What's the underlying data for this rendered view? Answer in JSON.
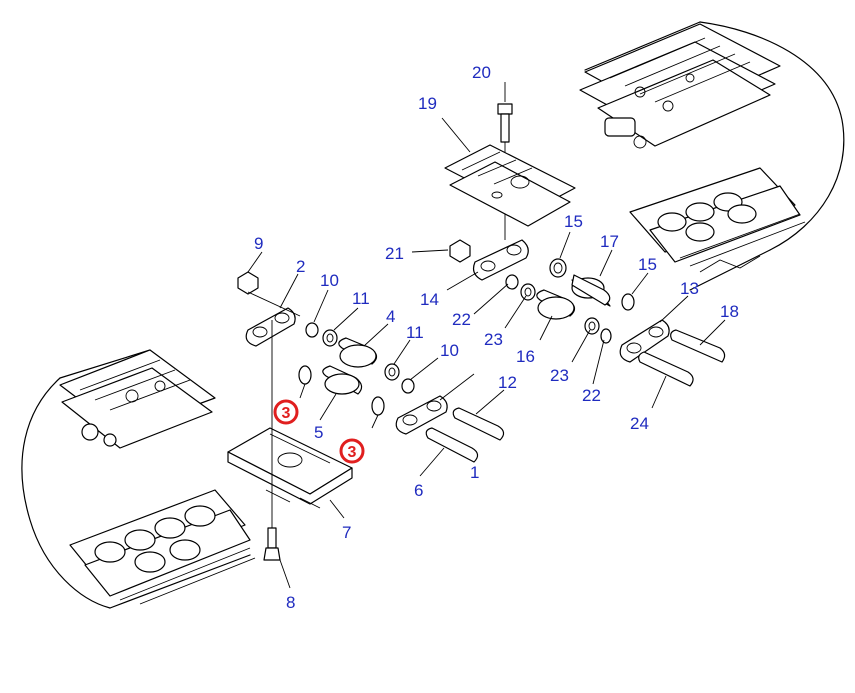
{
  "diagram": {
    "callouts": [
      "1",
      "2",
      "4",
      "5",
      "6",
      "7",
      "8",
      "9",
      "10",
      "10",
      "11",
      "11",
      "12",
      "13",
      "14",
      "15",
      "15",
      "16",
      "17",
      "18",
      "19",
      "20",
      "21",
      "22",
      "22",
      "23",
      "23",
      "24"
    ],
    "highlight_callouts": [
      "3",
      "3"
    ],
    "colors": {
      "callout_text": "#1f2bbf",
      "highlight_ring": "#e01f1f",
      "line_art": "#000000"
    }
  }
}
